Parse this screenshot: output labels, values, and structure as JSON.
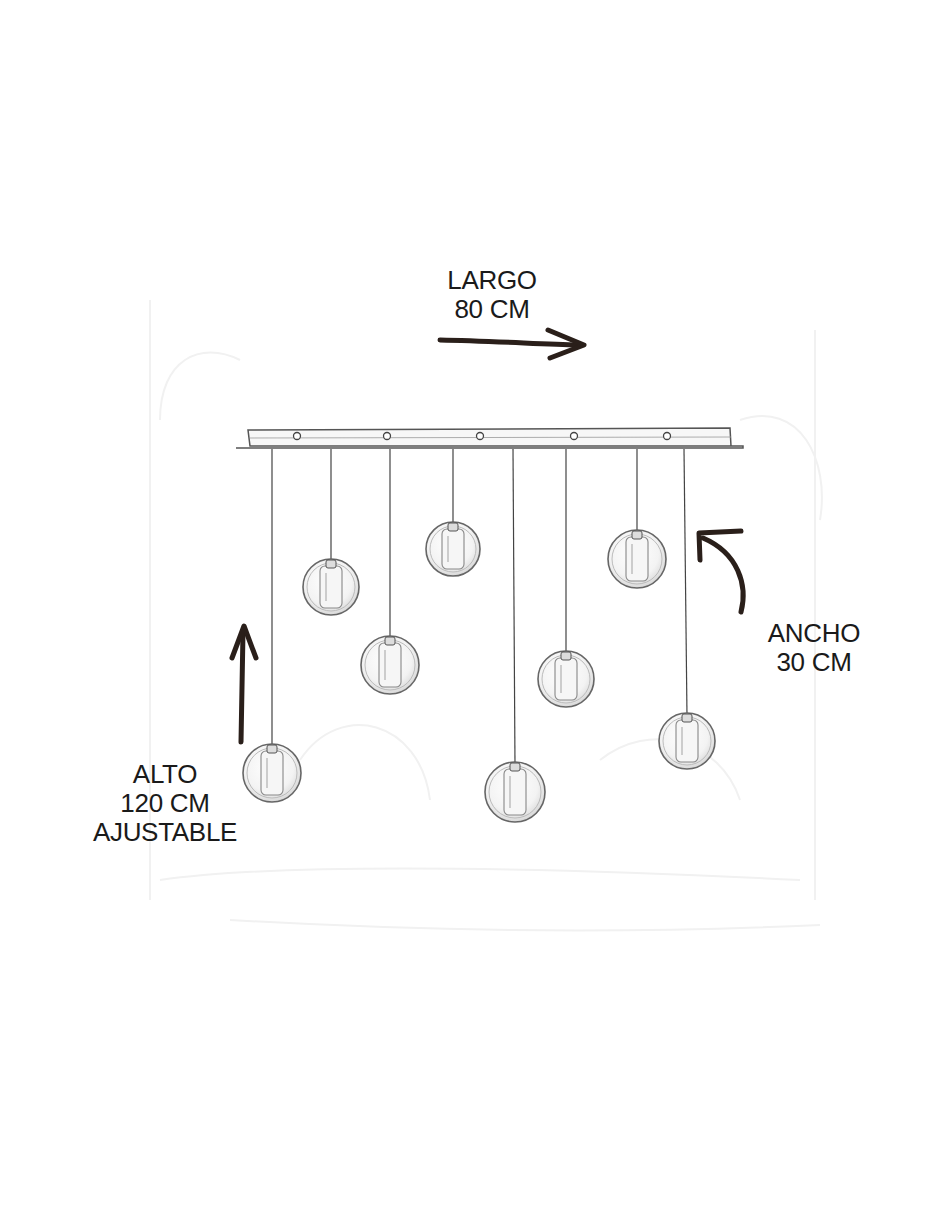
{
  "diagram": {
    "labels": [
      "LARGO 80 CM",
      "ANCHO 30 CM",
      "ALTO 120 CM AJUSTABLE"
    ]
  }
}
